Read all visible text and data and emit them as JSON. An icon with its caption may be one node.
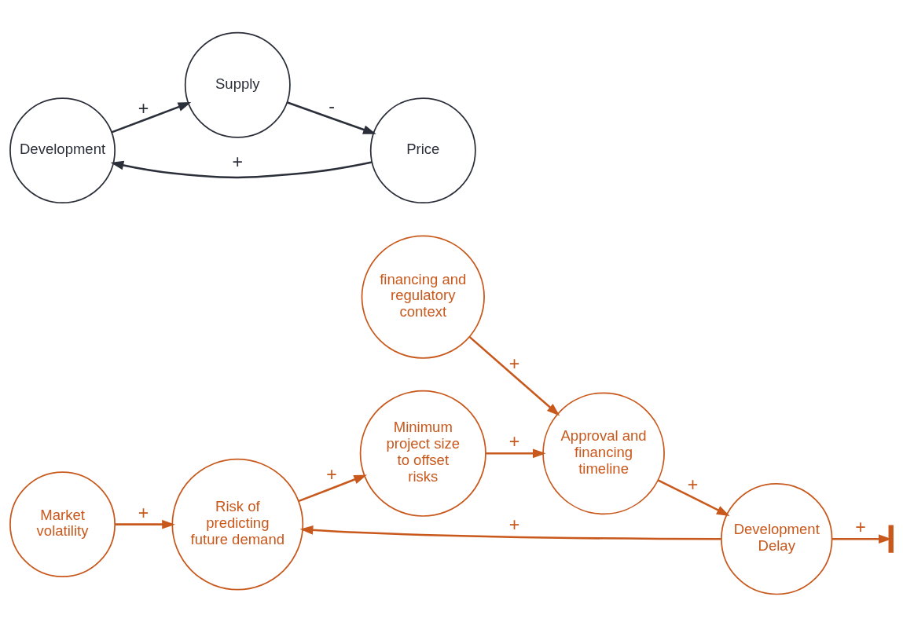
{
  "diagram": {
    "nodes": [
      {
        "text": [
          "Risk of predicting future demand"
        ]
      },
      {
        "text": [
          "Market volatility"
        ]
      },
      {
        "text": [
          "Development Delay"
        ]
      },
      {
        "text": [
          "Minimum project size to offset risks"
        ]
      },
      {
        "text": [
          "Approval and financing timeline"
        ]
      },
      {
        "text": [
          "financing and regulatory context"
        ]
      },
      {
        "text": [
          "Development"
        ]
      },
      {
        "text": [
          "Price"
        ]
      },
      {
        "text": [
          "Supply"
        ]
      }
    ],
    "edges": [
      {
        "from": 1,
        "to": 0,
        "arrow": "to",
        "label": "+"
      },
      {
        "from": 2,
        "to": 0,
        "arrow": "to",
        "label": "+"
      },
      {
        "from": 0,
        "to": 3,
        "arrow": "to",
        "label": "+"
      },
      {
        "from": 3,
        "to": 4,
        "arrow": "to",
        "label": "+"
      },
      {
        "from": 4,
        "to": 2,
        "arrow": "to",
        "label": "+"
      },
      {
        "from": 5,
        "to": 4,
        "arrow": "to",
        "label": "+"
      },
      {
        "from": 2,
        "to": null,
        "arrow": "to",
        "label": "+"
      },
      {
        "from": 7,
        "to": 6,
        "arrow": "to",
        "label": "+",
        "color": "#2b2f3a"
      },
      {
        "from": 6,
        "to": 8,
        "arrow": "to",
        "label": "+",
        "color": "#2b2f3a"
      },
      {
        "from": 8,
        "to": 7,
        "arrow": "to",
        "label": "-",
        "color": "#2b2f3a"
      }
    ]
  }
}
